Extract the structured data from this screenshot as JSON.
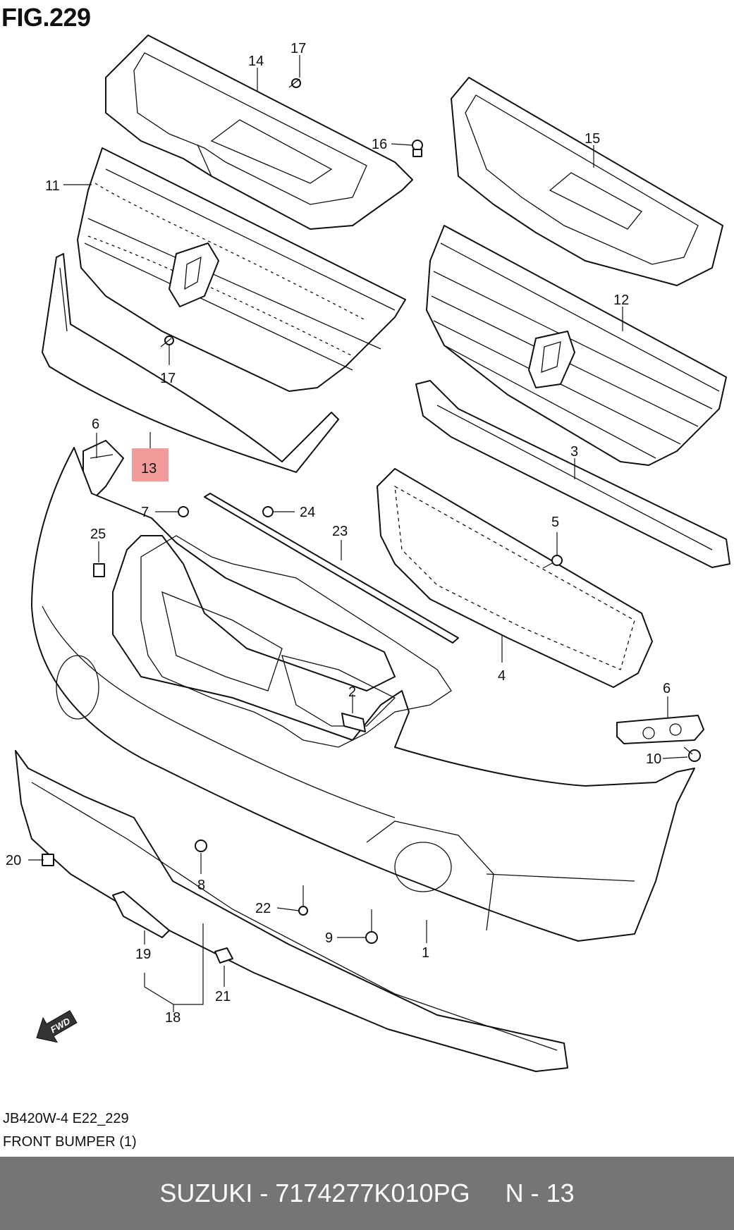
{
  "figure": {
    "title": "FIG.229",
    "code": "JB420W-4 E22_229",
    "description": "FRONT BUMPER (1)"
  },
  "footer": {
    "brand": "SUZUKI",
    "part_number": "7174277K010PG",
    "position": "N - 13"
  },
  "callouts": [
    {
      "id": "14",
      "label": "14"
    },
    {
      "id": "17a",
      "label": "17"
    },
    {
      "id": "16",
      "label": "16"
    },
    {
      "id": "15",
      "label": "15"
    },
    {
      "id": "11",
      "label": "11"
    },
    {
      "id": "12",
      "label": "12"
    },
    {
      "id": "17b",
      "label": "17"
    },
    {
      "id": "6a",
      "label": "6"
    },
    {
      "id": "13",
      "label": "13",
      "highlighted": true
    },
    {
      "id": "3",
      "label": "3"
    },
    {
      "id": "7",
      "label": "7"
    },
    {
      "id": "24",
      "label": "24"
    },
    {
      "id": "5",
      "label": "5"
    },
    {
      "id": "25",
      "label": "25"
    },
    {
      "id": "23",
      "label": "23"
    },
    {
      "id": "4",
      "label": "4"
    },
    {
      "id": "2",
      "label": "2"
    },
    {
      "id": "6b",
      "label": "6"
    },
    {
      "id": "10",
      "label": "10"
    },
    {
      "id": "20",
      "label": "20"
    },
    {
      "id": "8",
      "label": "8"
    },
    {
      "id": "22",
      "label": "22"
    },
    {
      "id": "9",
      "label": "9"
    },
    {
      "id": "1",
      "label": "1"
    },
    {
      "id": "19",
      "label": "19"
    },
    {
      "id": "21",
      "label": "21"
    },
    {
      "id": "18",
      "label": "18"
    }
  ],
  "fwd_badge": "FWD",
  "colors": {
    "highlight": "#f29b9b",
    "footer_bg": "#757575",
    "line": "#111111"
  }
}
